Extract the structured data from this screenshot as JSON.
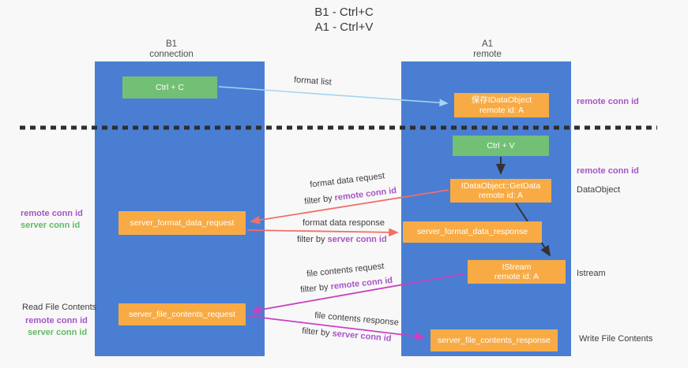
{
  "title": {
    "line1": "B1 - Ctrl+C",
    "line2": "A1 - Ctrl+V"
  },
  "lifelines": {
    "left": {
      "name": "B1",
      "role": "connection"
    },
    "right": {
      "name": "A1",
      "role": "remote"
    }
  },
  "nodes": {
    "ctrl_c": {
      "label": "Ctrl + C"
    },
    "save_idataobject": {
      "line1": "保存IDataObject",
      "line2": "remote id: A"
    },
    "ctrl_v": {
      "label": "Ctrl + V"
    },
    "getdata": {
      "line1": "IDataObject::GetData",
      "line2": "remote id: A"
    },
    "format_request": {
      "label": "server_format_data_request"
    },
    "format_response": {
      "label": "server_format_data_response"
    },
    "istream": {
      "line1": "IStream",
      "line2": "remote id: A"
    },
    "file_request": {
      "label": "server_file_contents_request"
    },
    "file_response": {
      "label": "server_file_contents_response"
    }
  },
  "annotations": {
    "remote_conn_id_top": "remote conn id",
    "remote_conn_id_mid": "remote conn id",
    "dataobject": "DataObject",
    "istream": "Istream",
    "write_file_contents": "Write File Contents",
    "read_file_contents": "Read File Contents",
    "left_remote_conn_id": "remote conn id",
    "left_server_conn_id": "server conn id",
    "bottom_remote_conn_id": "remote conn id",
    "bottom_server_conn_id": "server conn id"
  },
  "arrow_labels": {
    "format_list": "format list",
    "format_data_request": "format data request",
    "format_data_response": "format data response",
    "file_contents_request": "file contents request",
    "file_contents_response": "file contents response",
    "filter_by": "filter by ",
    "remote_conn_id": "remote conn id",
    "server_conn_id": "server conn id"
  },
  "colors": {
    "column_blue": "#4a7ed3",
    "box_green": "#72c076",
    "box_orange": "#f8ab44",
    "text_purple": "#a855c8",
    "text_green": "#62b966",
    "arrow_salmon": "#f07068",
    "arrow_magenta": "#c940c0",
    "arrow_lightblue": "#a5d4f0",
    "arrow_black": "#333333",
    "dashed_line": "#2e2e2e"
  }
}
